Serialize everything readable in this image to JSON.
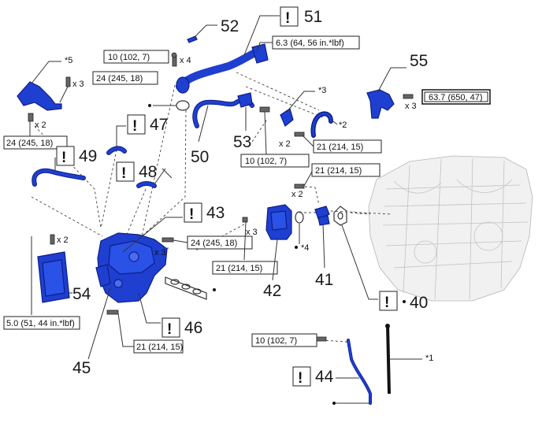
{
  "callouts": {
    "n52": "52",
    "n51": "51",
    "n55": "55",
    "n5": "*5",
    "n3": "*3",
    "n2": "*2",
    "n47": "47",
    "n49": "49",
    "n48": "48",
    "n50": "50",
    "n53": "53",
    "n43": "43",
    "n54": "54",
    "n46": "46",
    "n45": "45",
    "n42": "42",
    "n41": "41",
    "n40": "40",
    "n4": "*4",
    "n44": "44",
    "n1": "*1",
    "bang": "!"
  },
  "torque": {
    "t_top_bolt": "10 (102, 7)",
    "t_hose_clamp": "6.3 (64, 56 in.*lbf)",
    "t_bracket5_upper": "24 (245, 18)",
    "t_bracket5_lower": "24 (245, 18)",
    "t_part55": "63.7 (650, 47)",
    "t_pipe50": "10 (102, 7)",
    "t_pipe2": "21 (214, 15)",
    "t_right_upper": "21 (214, 15)",
    "t_housing43": "24 (245, 18)",
    "t_pump42": "21 (214, 15)",
    "t_cover54": "5.0 (51, 44 in.*lbf)",
    "t_bottom46": "21 (214, 15)",
    "t_dipstick": "10 (102, 7)"
  },
  "qty": {
    "q_top_bolt": "x 4",
    "q_bracket5_upper": "x 3",
    "q_bracket5_lower": "x 2",
    "q_part55": "x 3",
    "q_pipe2": "x 2",
    "q_right_upper": "x 2",
    "q_pump42": "x 3",
    "q_housing43": "x 3",
    "q_cover54": "x 2"
  }
}
